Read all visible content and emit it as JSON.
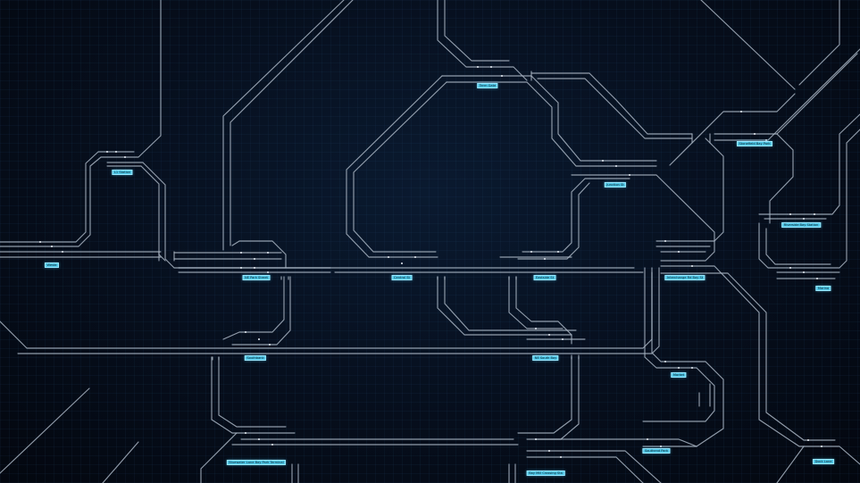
{
  "stations": [
    {
      "id": "terminal-top",
      "label": "Term Gate"
    },
    {
      "id": "upper-left",
      "label": "L1 Station"
    },
    {
      "id": "far-left",
      "label": "Westa"
    },
    {
      "id": "central-west",
      "label": "NE Park Street"
    },
    {
      "id": "central",
      "label": "Central St"
    },
    {
      "id": "central-east",
      "label": "Eastside St"
    },
    {
      "id": "mid-upper",
      "label": "Junction St"
    },
    {
      "id": "east-hub",
      "label": "Interchange Rd Bay St"
    },
    {
      "id": "north-east",
      "label": "Stonefield Bay Park"
    },
    {
      "id": "east-loop",
      "label": "Riverside Bay Station"
    },
    {
      "id": "far-east",
      "label": "Marina"
    },
    {
      "id": "lower-west",
      "label": "Southbank"
    },
    {
      "id": "lower-central",
      "label": "NE South Bay"
    },
    {
      "id": "lower-east",
      "label": "Market"
    },
    {
      "id": "bottom-west",
      "label": "Bluewater Lane Bay Park Terminal"
    },
    {
      "id": "bottom-center",
      "label": "Bay Mill Crossing Sta"
    },
    {
      "id": "bottom-east",
      "label": "Southend Park"
    },
    {
      "id": "bottom-far-east",
      "label": "Dock Lane"
    }
  ]
}
